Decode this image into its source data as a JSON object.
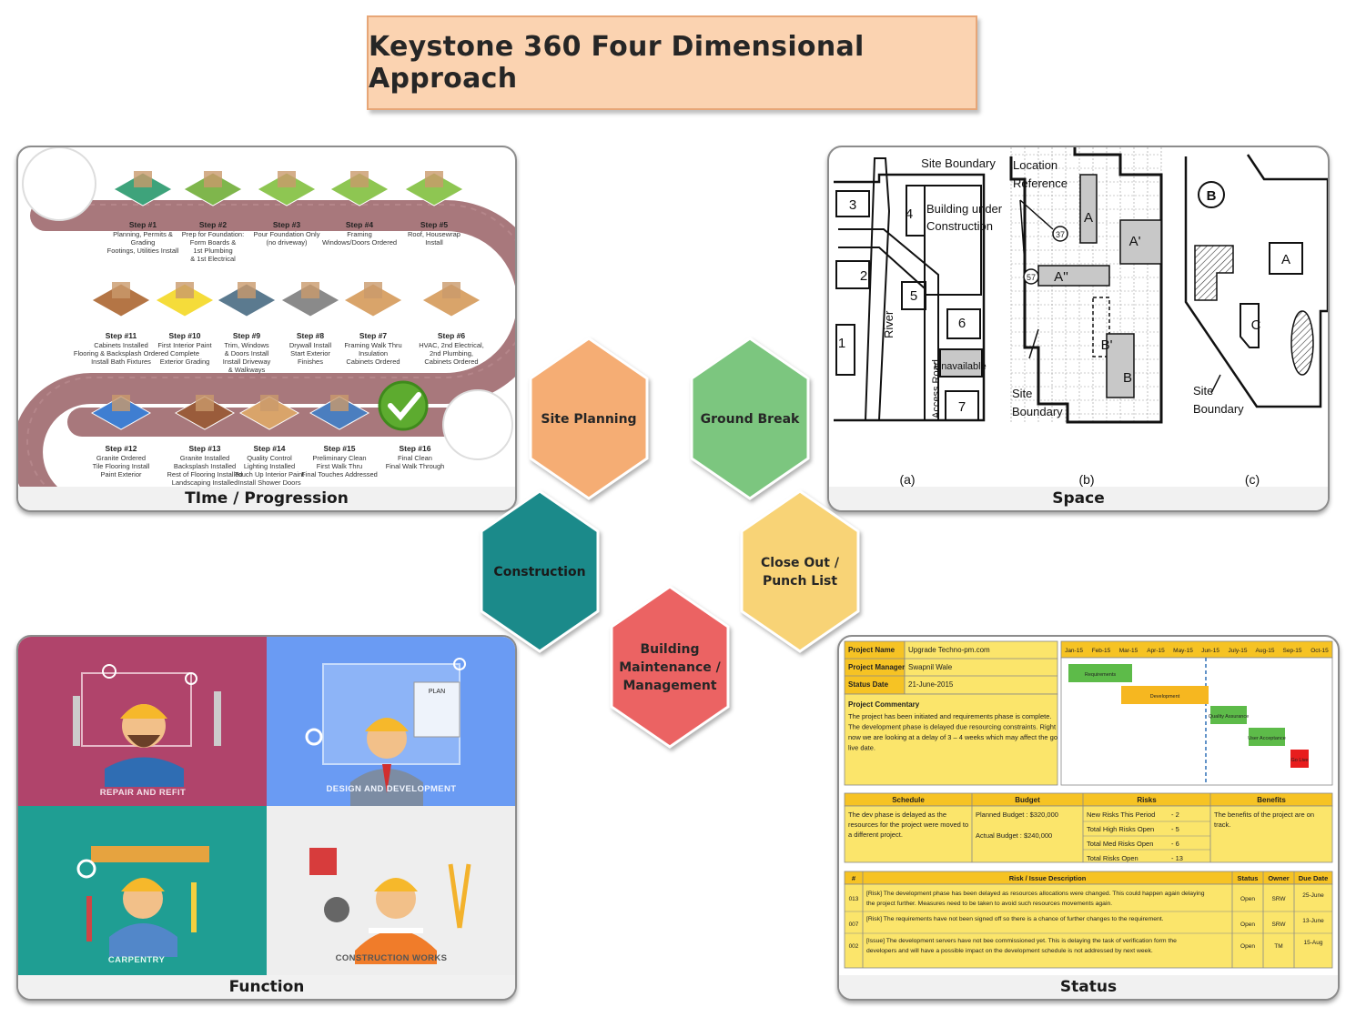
{
  "title": "Keystone 360 Four Dimensional Approach",
  "hexagons": [
    {
      "label_lines": [
        "Site Planning"
      ],
      "color": "#f5ad74"
    },
    {
      "label_lines": [
        "Ground Break"
      ],
      "color": "#7cc67f"
    },
    {
      "label_lines": [
        "Construction"
      ],
      "color": "#1b8a8a"
    },
    {
      "label_lines": [
        "Close Out /",
        "Punch List"
      ],
      "color": "#f8d376"
    },
    {
      "label_lines": [
        "Building",
        "Maintenance /",
        "Management"
      ],
      "color": "#eb6363"
    }
  ],
  "panels": {
    "time": {
      "caption": "TIme / Progression",
      "steps": [
        {
          "title": "Step #1",
          "lines": [
            "Planning, Permits &",
            "Grading",
            "Footings, Utilities Install"
          ]
        },
        {
          "title": "Step #2",
          "lines": [
            "Prep for Foundation:",
            "Form Boards &",
            "1st Plumbing",
            "& 1st Electrical"
          ]
        },
        {
          "title": "Step #3",
          "lines": [
            "Pour Foundation Only",
            "(no driveway)"
          ]
        },
        {
          "title": "Step #4",
          "lines": [
            "Framing",
            "Windows/Doors Ordered"
          ]
        },
        {
          "title": "Step #5",
          "lines": [
            "Roof, Housewrap",
            "Install"
          ]
        },
        {
          "title": "Step #11",
          "lines": [
            "Cabinets Installed",
            "Flooring & Backsplash Ordered",
            "Install Bath Fixtures"
          ]
        },
        {
          "title": "Step #10",
          "lines": [
            "First Interior Paint",
            "Complete",
            "Exterior Grading"
          ]
        },
        {
          "title": "Step #9",
          "lines": [
            "Trim, Windows",
            "& Doors Install",
            "Install Driveway",
            "& Walkways"
          ]
        },
        {
          "title": "Step #8",
          "lines": [
            "Drywall Install",
            "Start Exterior",
            "Finishes"
          ]
        },
        {
          "title": "Step #7",
          "lines": [
            "Framing Walk Thru",
            "Insulation",
            "Cabinets Ordered"
          ]
        },
        {
          "title": "Step #6",
          "lines": [
            "HVAC, 2nd Electrical,",
            "2nd Plumbing,",
            "Cabinets Ordered"
          ]
        },
        {
          "title": "Step #12",
          "lines": [
            "Granite Ordered",
            "Tile Flooring Install",
            "Paint Exterior"
          ]
        },
        {
          "title": "Step #13",
          "lines": [
            "Granite Installed",
            "Backsplash Installed",
            "Rest of Flooring Installed",
            "Landscaping Installed"
          ]
        },
        {
          "title": "Step #14",
          "lines": [
            "Quality Control",
            "Lighting Installed",
            "Touch Up Interior Paint",
            "Install Shower Doors"
          ]
        },
        {
          "title": "Step #15",
          "lines": [
            "Preliminary Clean",
            "First Walk Thru",
            "Final Touches Addressed"
          ]
        },
        {
          "title": "Step #16",
          "lines": [
            "Final Clean",
            "Final Walk Through"
          ]
        }
      ]
    },
    "space": {
      "caption": "Space",
      "a": {
        "boundary": "Site Boundary",
        "building": [
          "Building under",
          "Construction"
        ],
        "river": "River",
        "road": "Access Road",
        "unavailable": "Unavailable",
        "zones": [
          "1",
          "2",
          "3",
          "4",
          "5",
          "6",
          "7"
        ],
        "sublabel": "(a)"
      },
      "b": {
        "location": [
          "Location",
          "Reference"
        ],
        "site": [
          "Site",
          "Boundary"
        ],
        "marks": [
          "37",
          "57"
        ],
        "blocks": [
          "A",
          "A'",
          "A''",
          "B'",
          "B"
        ],
        "sublabel": "(b)"
      },
      "c": {
        "site": [
          "Site",
          "Boundary"
        ],
        "blocks": [
          "B",
          "A",
          "C"
        ],
        "sublabel": "(c)"
      }
    },
    "function": {
      "caption": "Function",
      "tiles": [
        {
          "label": "REPAIR AND REFIT",
          "bg": "#b0446b"
        },
        {
          "label": "DESIGN AND DEVELOPMENT",
          "bg": "#6a9bf3"
        },
        {
          "label": "CARPENTRY",
          "bg": "#1f9e93"
        },
        {
          "label": "CONSTRUCTION WORKS",
          "bg": "#eeeeee"
        }
      ],
      "plan_label": "PLAN"
    },
    "status": {
      "caption": "Status",
      "project_name_label": "Project Name",
      "project_name": "Upgrade Techno-pm.com",
      "pm_label": "Project Manager",
      "pm": "Swapnil Wale",
      "date_label": "Status Date",
      "date": "21-June-2015",
      "commentary_title": "Project Commentary",
      "commentary_lines": [
        "The project has been initiated and requirements phase is complete.",
        "The development phase is delayed due resourcing constraints. Right",
        "now we are looking at a delay of 3 – 4 weeks which may affect the go",
        "live date."
      ],
      "months": [
        "Jan-15",
        "Feb-15",
        "Mar-15",
        "Apr-15",
        "May-15",
        "Jun-15",
        "July-15",
        "Aug-15",
        "Sep-15",
        "Oct-15"
      ],
      "gantt": [
        "Requirements",
        "Development",
        "Quality Assurance",
        "User Acceptance",
        "Go Live"
      ],
      "schedule_label": "Schedule",
      "budget_label": "Budget",
      "risks_label": "Risks",
      "benefits_label": "Benefits",
      "schedule_lines": [
        "The dev phase is delayed as the",
        "resources for the project were moved to",
        "a different project."
      ],
      "planned_budget": "Planned Budget : $320,000",
      "actual_budget": "Actual Budget : $240,000",
      "risk_rows": [
        {
          "label": "New Risks This Period",
          "value": "- 2"
        },
        {
          "label": "Total High Risks Open",
          "value": "- 5"
        },
        {
          "label": "Total Med Risks Open",
          "value": "- 6"
        },
        {
          "label": "Total Risks Open",
          "value": "- 13"
        }
      ],
      "benefits_lines": [
        "The benefits of the project are on",
        "track."
      ],
      "issue_headers": [
        "#",
        "Risk / Issue Description",
        "Status",
        "Owner",
        "Due Date"
      ],
      "issues": [
        {
          "id": "013",
          "lines": [
            "[Risk] The development phase has been delayed as resources allocations were changed. This could happen again delaying",
            "the project further. Measures need to be taken to avoid such resources movements again."
          ],
          "status": "Open",
          "owner": "SRW",
          "due": "25-June"
        },
        {
          "id": "007",
          "lines": [
            "[Risk] The requirements have not been signed off so there is a chance of further changes to the requirement."
          ],
          "status": "Open",
          "owner": "SRW",
          "due": "13-June"
        },
        {
          "id": "002",
          "lines": [
            "[Issue] The development servers have not bee commissioned yet. This is delaying the task of verification form the",
            "developers and will have a possible impact on the development schedule is not addressed by next week."
          ],
          "status": "Open",
          "owner": "TM",
          "due": "15-Aug"
        }
      ]
    }
  }
}
